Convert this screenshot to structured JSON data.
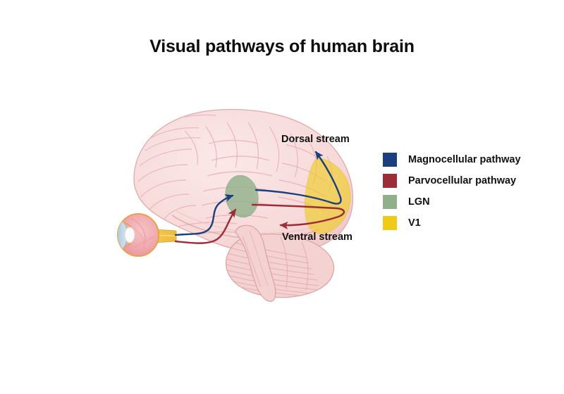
{
  "figure": {
    "title": "Visual pathways of human brain",
    "background_color": "#ffffff"
  },
  "annotations": {
    "dorsal_stream": "Dorsal stream",
    "ventral_stream": "Ventral stream"
  },
  "legend": {
    "items": [
      {
        "label": "Magnocellular pathway",
        "color": "#1B3F7E",
        "swatch_name": "magnocellular-pathway-swatch"
      },
      {
        "label": "Parvocellular pathway",
        "color": "#9C2C35",
        "swatch_name": "parvocellular-pathway-swatch"
      },
      {
        "label": "LGN",
        "color": "#8FB088",
        "swatch_name": "lgn-swatch"
      },
      {
        "label": "V1",
        "color": "#EFCB18",
        "swatch_name": "v1-swatch"
      }
    ]
  },
  "anatomy": {
    "brain": {
      "name": "cerebrum",
      "fill": "#F7DCDC",
      "stroke": "#E3AFAF"
    },
    "cerebellum": {
      "name": "cerebellum",
      "fill": "#F4D2D2",
      "stroke": "#DFA5A5"
    },
    "brainstem": {
      "name": "brainstem",
      "fill": "#F4D2D2",
      "stroke": "#DFA5A5"
    },
    "eye": {
      "name": "eyeball",
      "sclera": "#F2A9AC",
      "outline": "#E8A24E",
      "cornea": "#BFD9E8",
      "lens": "#FAFAFA",
      "optic_nerve": "#F0C23C"
    },
    "lgn_region": {
      "name": "lateral-geniculate-nucleus",
      "fill": "#8FB088",
      "opacity": 0.78
    },
    "v1_region": {
      "name": "primary-visual-cortex",
      "fill": "#EFCB18",
      "opacity": 0.62
    }
  },
  "pathways": {
    "magnocellular": {
      "name": "magnocellular-pathway-line",
      "color": "#1B3F7E",
      "width": 2.4
    },
    "parvocellular": {
      "name": "parvocellular-pathway-line",
      "color": "#9C2C35",
      "width": 2.4
    }
  }
}
